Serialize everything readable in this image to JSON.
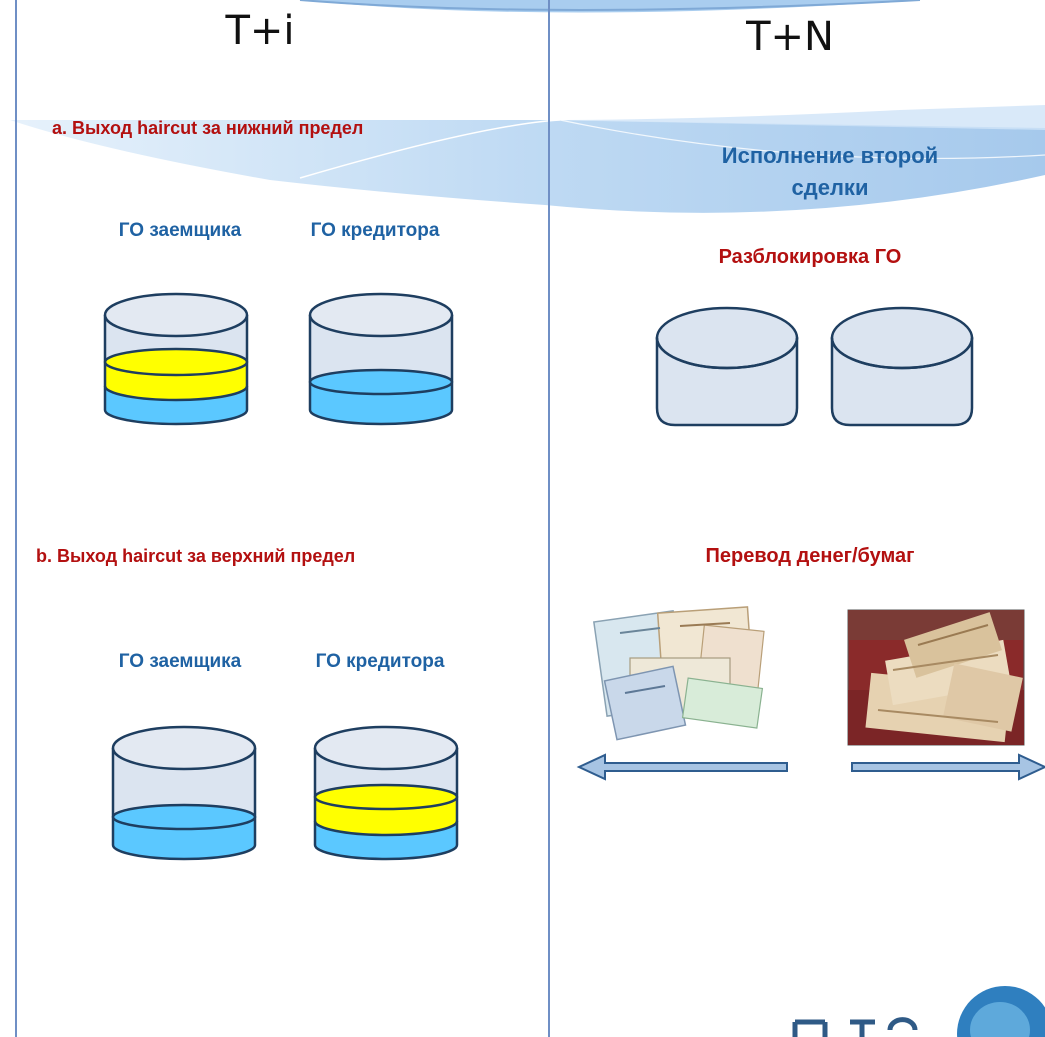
{
  "columns": {
    "left_title": "T+i",
    "right_title": "T+N"
  },
  "left": {
    "case_a": {
      "title": "a. Выход haircut за нижний предел",
      "borrower_label": "ГО заемщика",
      "creditor_label": "ГО кредитора"
    },
    "case_b": {
      "title": "b. Выход haircut за верхний предел",
      "borrower_label": "ГО заемщика",
      "creditor_label": "ГО кредитора"
    }
  },
  "right": {
    "execution_label": "Исполнение второй сделки",
    "unblock_label": "Разблокировка ГО",
    "transfer_label": "Перевод денег/бумаг",
    "securities_icon": "securities-certificates-image",
    "money_icon": "money-stacks-image"
  },
  "colors": {
    "liquid_blue": "#5bc8ff",
    "collateral_yellow": "#ffff00",
    "cylinder_fill": "#dbe4f0",
    "cylinder_stroke": "#1e3e60",
    "banner_blue": "#a9cdef",
    "title_red": "#b31010",
    "title_blue": "#1f62a3"
  }
}
